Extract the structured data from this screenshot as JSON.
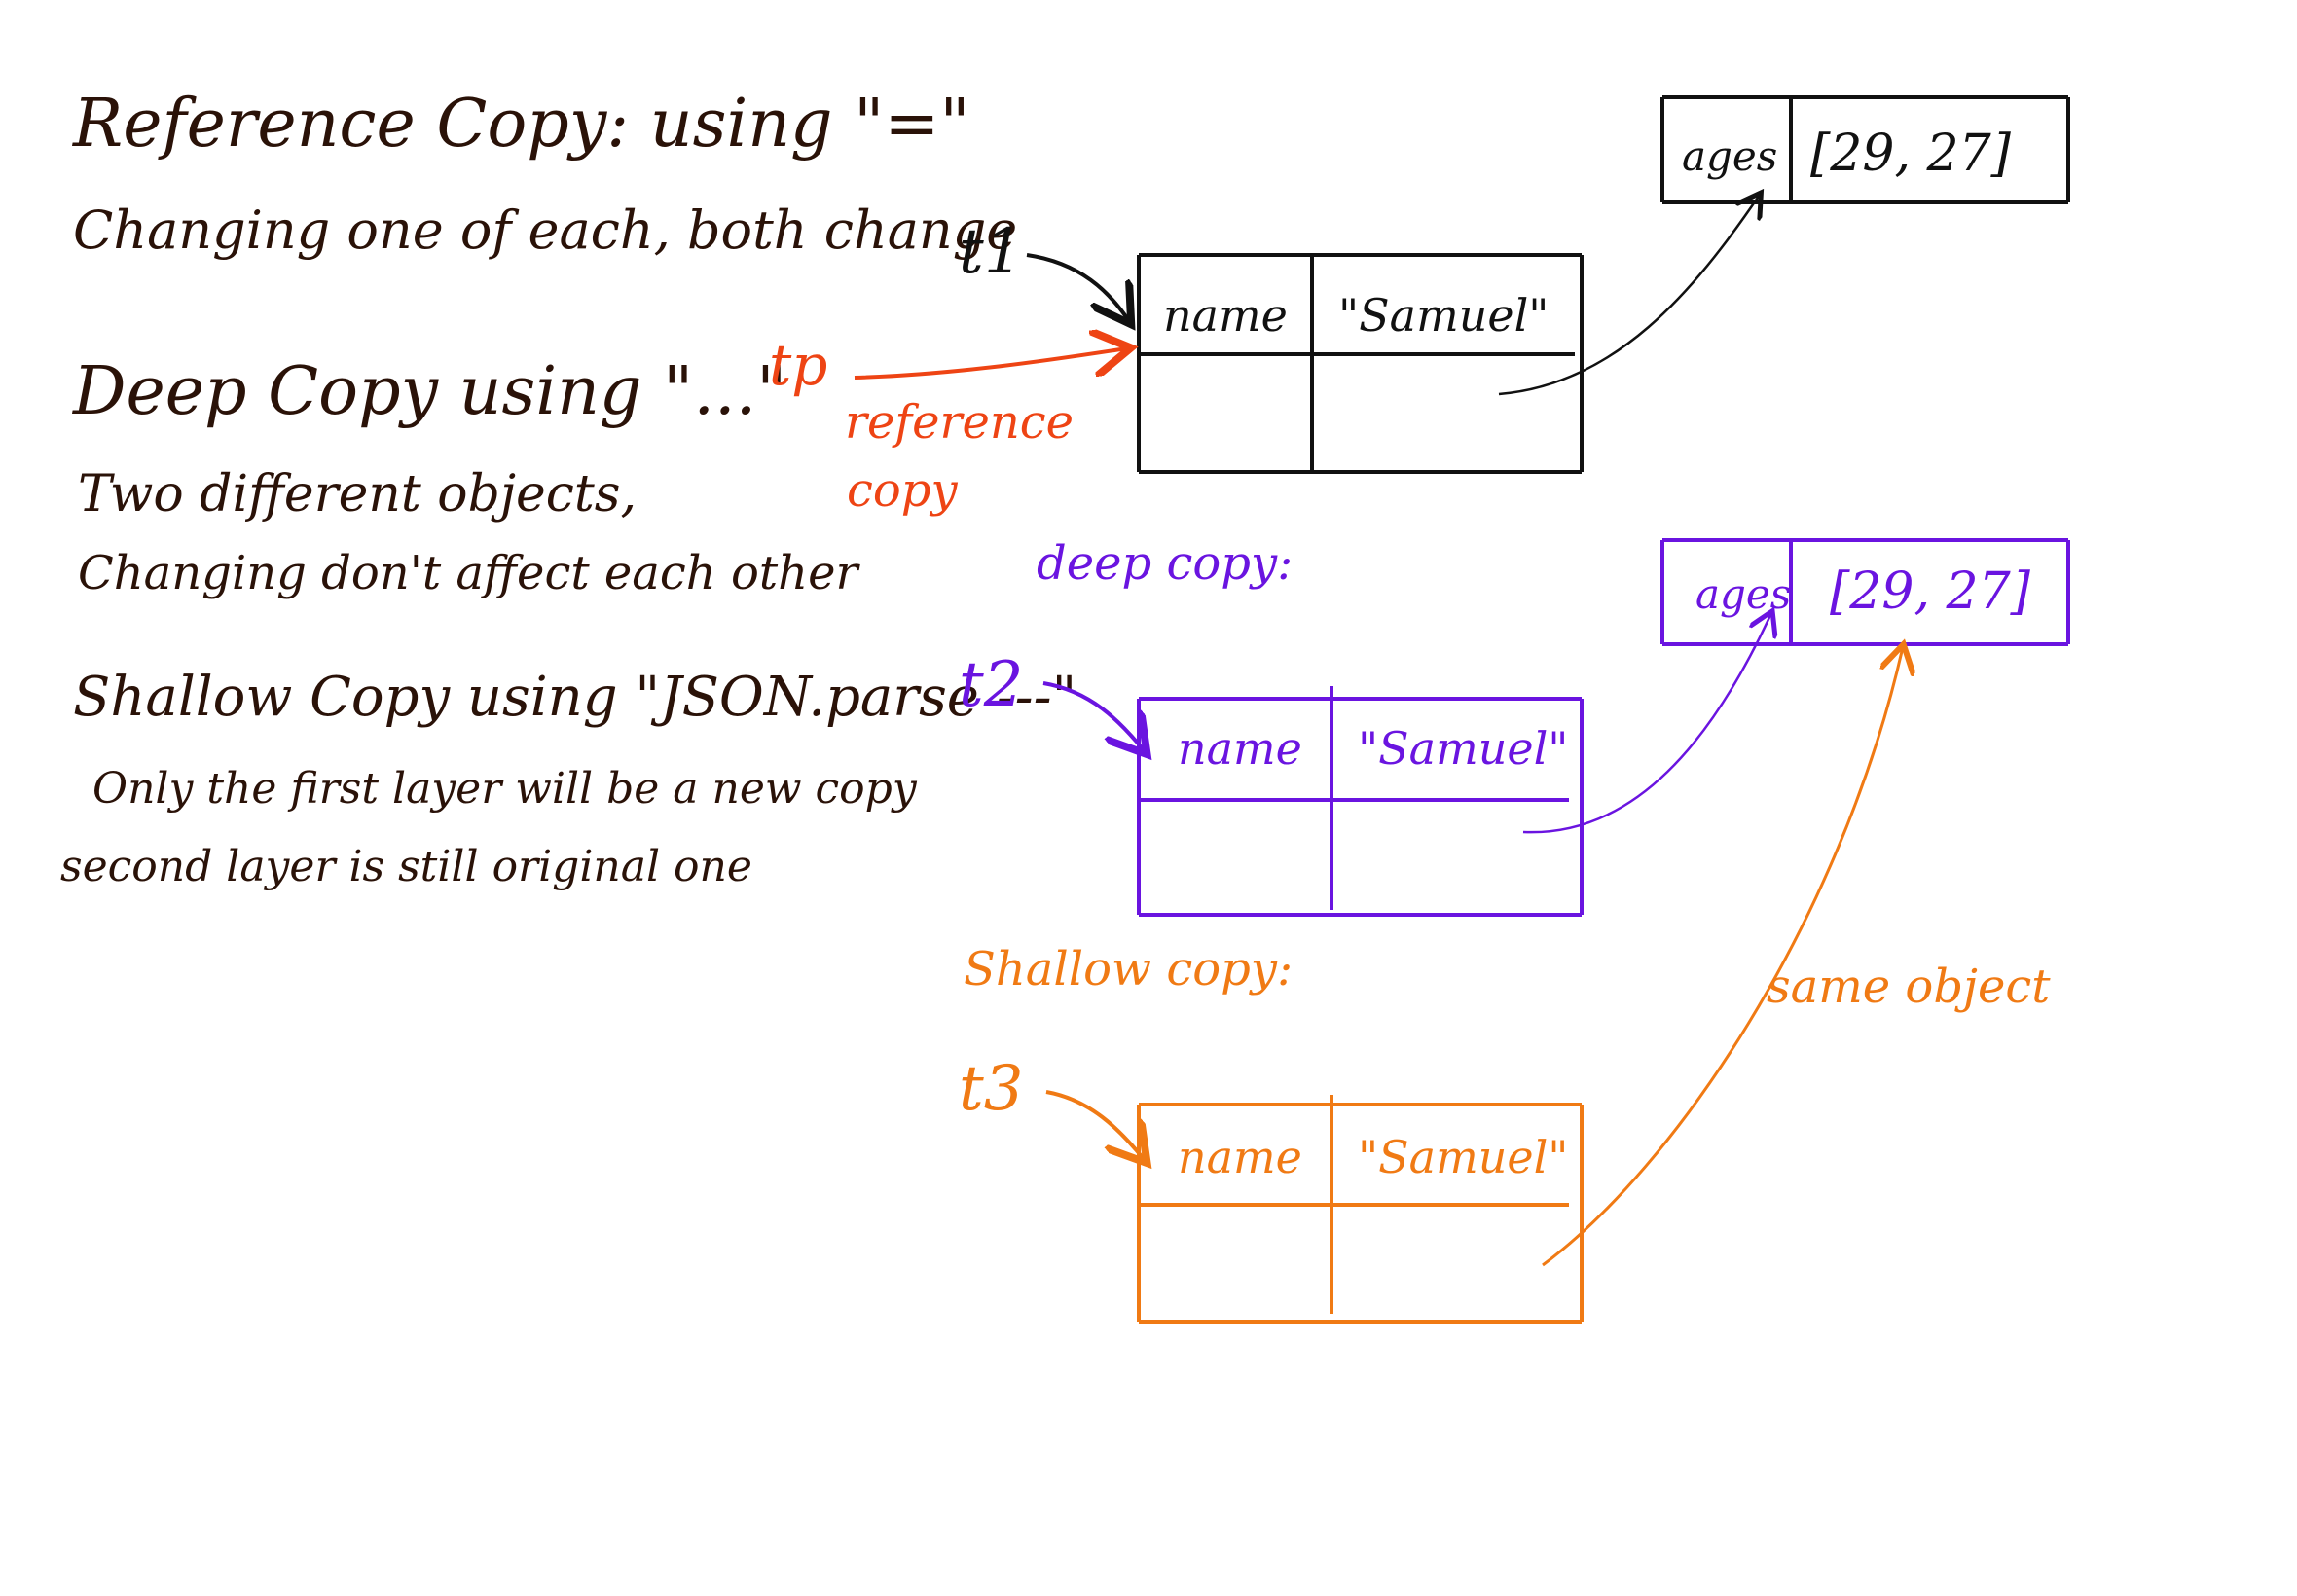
{
  "notes": {
    "reference": {
      "heading": "Reference Copy: using \"=\"",
      "desc": "Changing one of each, both change"
    },
    "deep": {
      "heading": "Deep Copy using \"...\"",
      "desc1": "Two different objects,",
      "desc2": "Changing don't affect each other"
    },
    "shallow": {
      "heading": "Shallow Copy using \"JSON.parse ---\"",
      "desc1": "Only the first layer will be a new copy",
      "desc2": "second layer is still original one"
    }
  },
  "diagram": {
    "t1_label": "t1",
    "tp_label": "tp",
    "ref_note_line1": "reference",
    "ref_note_line2": "copy",
    "deep_label": "deep copy:",
    "t2_label": "t2",
    "shallow_label": "Shallow copy:",
    "t3_label": "t3",
    "same_object_label": "same object",
    "field_name": "name",
    "field_value": "\"Samuel\"",
    "ages_key": "ages",
    "ages_value": "[29, 27]"
  },
  "colors": {
    "ink": "#2a1208",
    "black": "#111111",
    "red": "#ee4414",
    "purple": "#6a14e0",
    "orange": "#f07a14"
  }
}
